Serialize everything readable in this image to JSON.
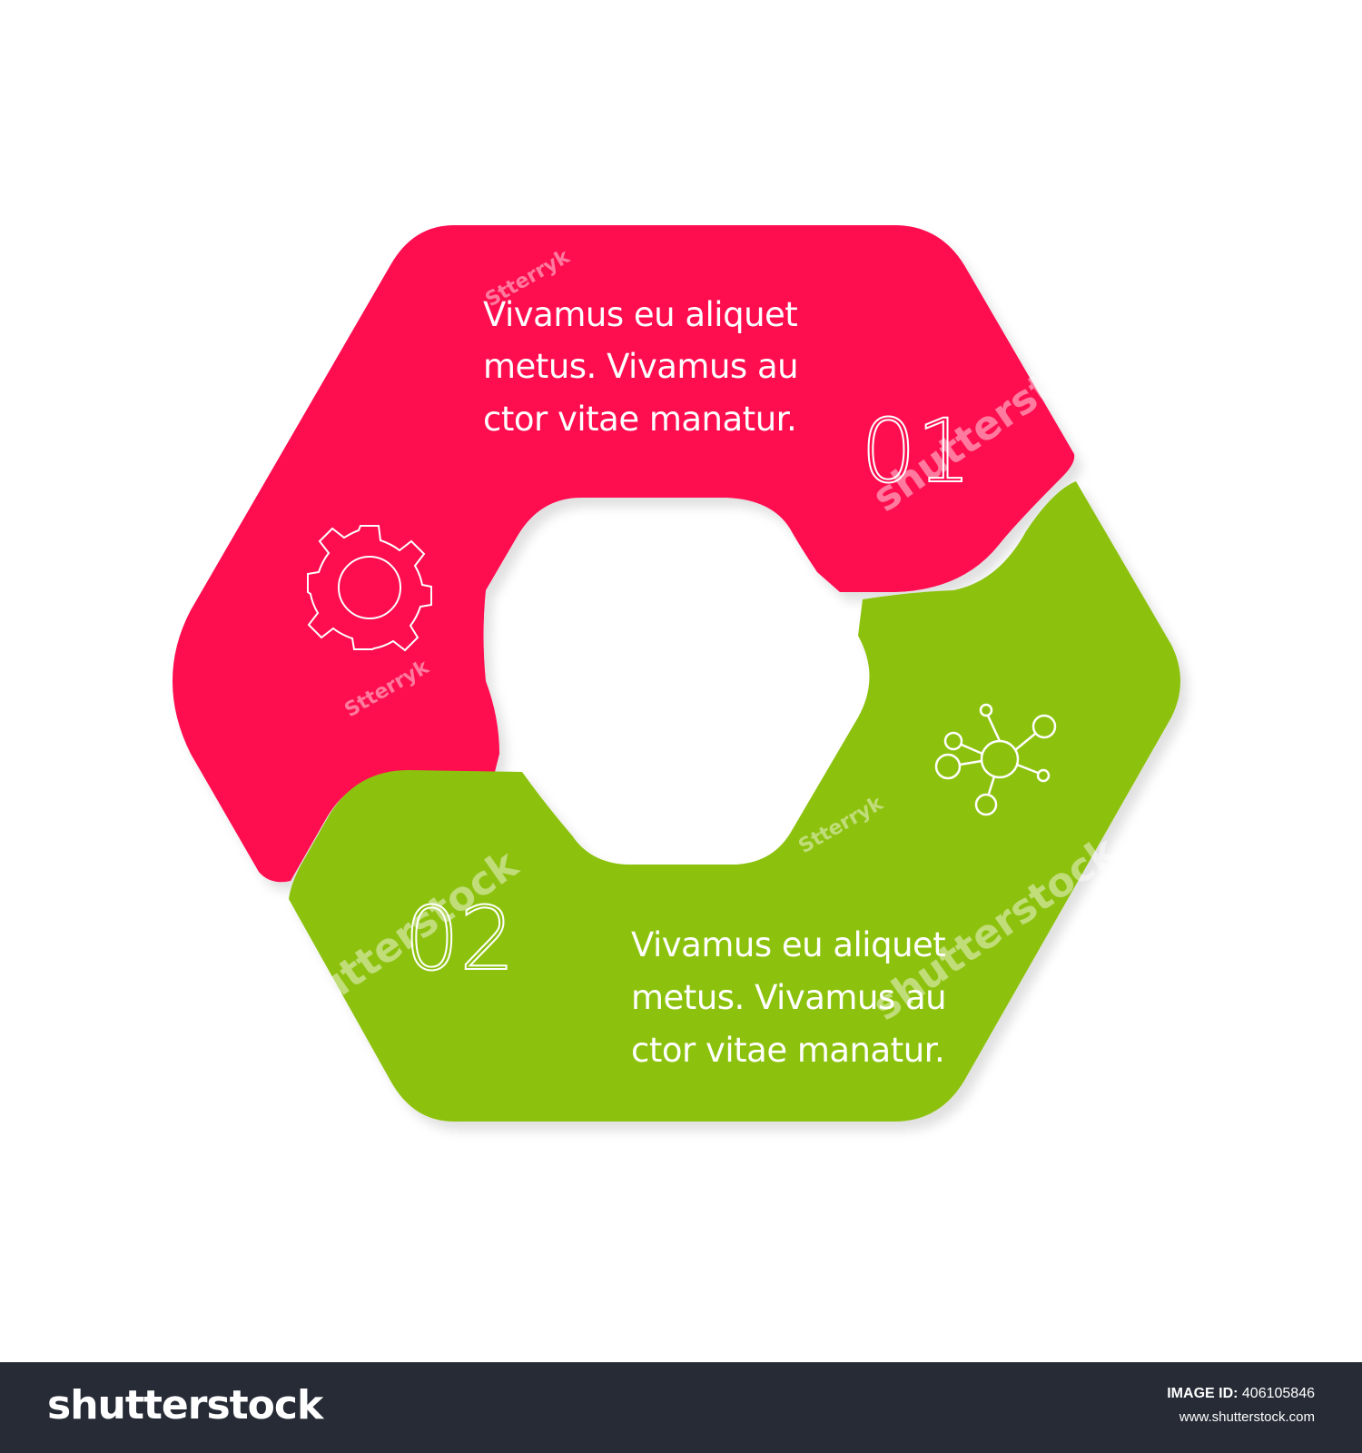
{
  "colors": {
    "segment_1": "#fe0750",
    "segment_2": "#8cc20f",
    "icon_stroke": "#ffffff",
    "footer_background": "#262b36"
  },
  "segments": [
    {
      "number": "01",
      "text_lines": [
        "Vivamus eu aliquet",
        "metus. Vivamus au",
        "ctor vitae manatur."
      ],
      "icon": "gear-icon"
    },
    {
      "number": "02",
      "text_lines": [
        "Vivamus eu aliquet",
        "metus. Vivamus au",
        "ctor vitae manatur."
      ],
      "icon": "network-icon"
    }
  ],
  "watermark": {
    "author": "Stterryk",
    "brand": "shutterstock"
  },
  "footer": {
    "logo": "shutterstock",
    "image_id_label": "IMAGE ID:",
    "image_id": "406105846",
    "url": "www.shutterstock.com"
  }
}
